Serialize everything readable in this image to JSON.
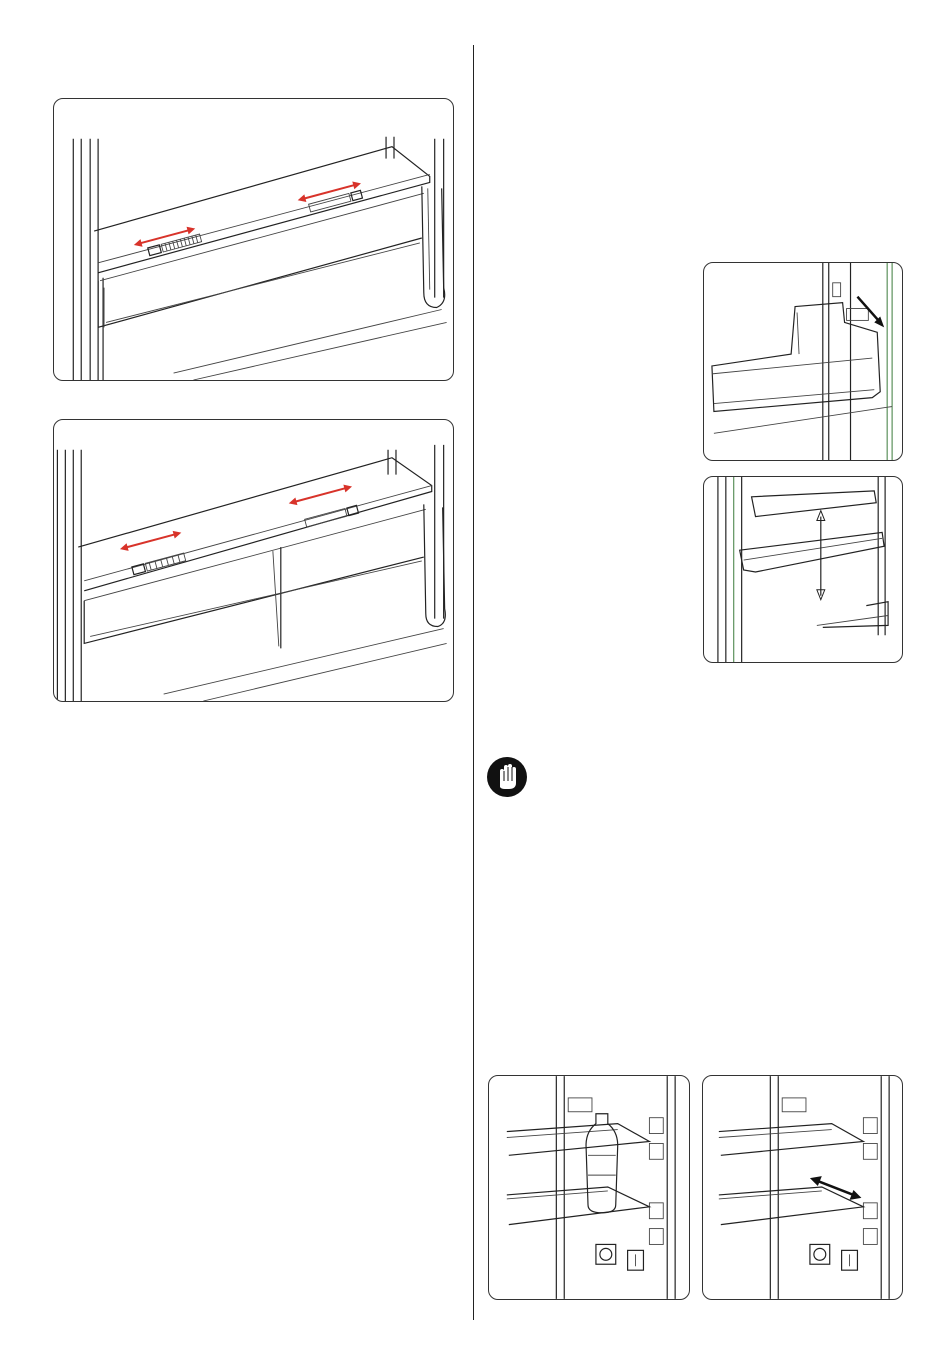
{
  "document": {
    "figures": [
      {
        "id": "fig-crisper-cover-single",
        "description_icon": "crisper-cover-slider-illustration"
      },
      {
        "id": "fig-crisper-cover-split",
        "description_icon": "crisper-cover-split-slider-illustration"
      },
      {
        "id": "fig-door-shelf-removal",
        "description_icon": "door-shelf-removal-illustration"
      },
      {
        "id": "fig-door-shelf-height",
        "description_icon": "door-shelf-height-illustration"
      },
      {
        "id": "fig-shelf-bottle",
        "description_icon": "glass-shelf-bottle-illustration"
      },
      {
        "id": "fig-shelf-slide",
        "description_icon": "glass-shelf-slide-illustration"
      }
    ],
    "warning_icon": "hand-stop-icon",
    "colors": {
      "arrow": "#d8332a",
      "line": "#222222",
      "frame_green": "#3a7a3a"
    }
  }
}
